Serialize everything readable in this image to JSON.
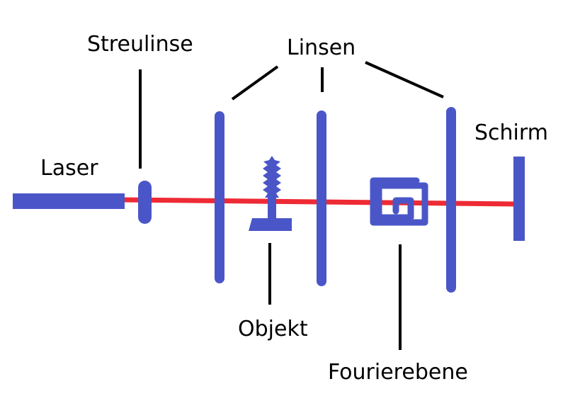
{
  "labels": {
    "streulinse": "Streulinse",
    "linsen": "Linsen",
    "laser": "Laser",
    "schirm": "Schirm",
    "objekt": "Objekt",
    "fourierebene": "Fourierebene"
  },
  "colors": {
    "component": "#4a56c8",
    "beam": "#ee2a35",
    "leader": "#000000",
    "background": "#ffffff"
  }
}
